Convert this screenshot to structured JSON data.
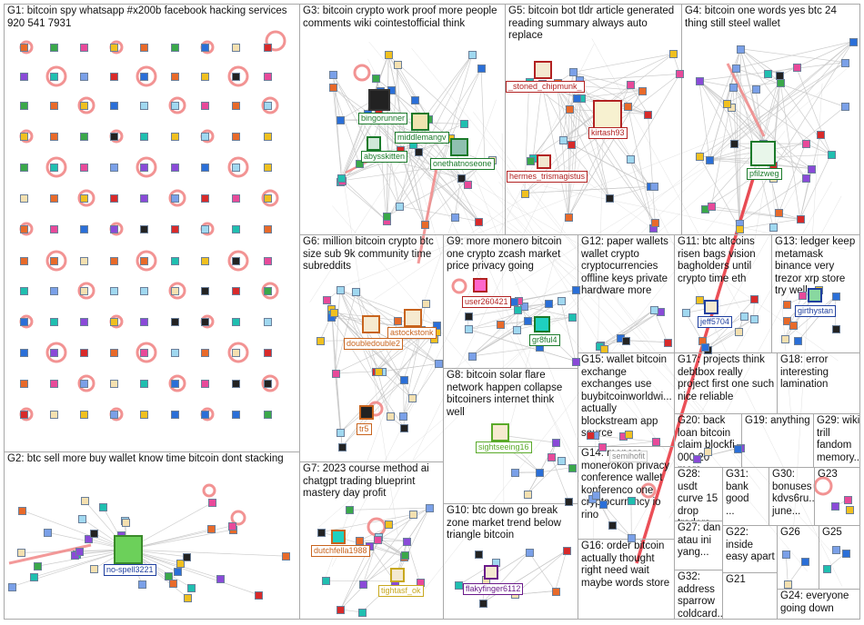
{
  "colors": {
    "panel_border": "#a9a9a9",
    "edge_gray": "#c8c8c8",
    "edge_red": "#f08080",
    "edge_strong_red": "#e8303a",
    "label_red": "#b22222",
    "label_green": "#1a7a2a",
    "label_blue": "#1f3f9f",
    "label_orange": "#c8641e",
    "label_purple": "#6a1a8a"
  },
  "groups": [
    {
      "id": "G1",
      "title": "G1: bitcoin spy whatsapp #x200b facebook hacking services\n920 541 7931"
    },
    {
      "id": "G2",
      "title": "G2: btc sell more buy wallet know time bitcoin dont stacking"
    },
    {
      "id": "G3",
      "title": "G3: bitcoin crypto work proof more people\ncomments wiki cointestofficial think"
    },
    {
      "id": "G4",
      "title": "G4: bitcoin one words yes btc 24\nthing still steel wallet"
    },
    {
      "id": "G5",
      "title": "G5: bitcoin bot tldr article generated\nreading summary always auto\nreplace"
    },
    {
      "id": "G6",
      "title": "G6: million bitcoin crypto btc\nsize sub 9k community time\nsubreddits"
    },
    {
      "id": "G7",
      "title": "G7: 2023 course method ai\nchatgpt trading blueprint\nmastery day profit"
    },
    {
      "id": "G8",
      "title": "G8: bitcoin solar flare\nnetwork happen collapse\nbitcoiners internet think\nwell"
    },
    {
      "id": "G9",
      "title": "G9: more monero bitcoin\none crypto zcash market\nprice privacy going"
    },
    {
      "id": "G10",
      "title": "G10: btc down go break\nzone market trend below\ntriangle bitcoin"
    },
    {
      "id": "G11",
      "title": "G11: btc altcoins\nrisen bags vision\nbagholders until\ncrypto time eth"
    },
    {
      "id": "G12",
      "title": "G12: paper wallets\nwallet crypto\ncryptocurrencies\noffline keys private\nhardware more"
    },
    {
      "id": "G13",
      "title": "G13: ledger keep\nmetamask\nbinance very\ntrezor xrp store\ntry well"
    },
    {
      "id": "G14",
      "title": "G14: monero\nmonerokon privacy\nconference wallet\nkonferenco one\ncryptocurrency io\nrino"
    },
    {
      "id": "G15",
      "title": "G15: wallet bitcoin\nexchange\nexchanges use\nbuybitcoinworldwi...\nactually\nblockstream app\nsource"
    },
    {
      "id": "G16",
      "title": "G16: order bitcoin\nactually thought\nright need wait\nmaybe words store"
    },
    {
      "id": "G17",
      "title": "G17: projects think\ndebtbox really\nproject first one such\nnice reliable"
    },
    {
      "id": "G18",
      "title": "G18: error\ninteresting\nlamination"
    },
    {
      "id": "G19",
      "title": "G19: anything"
    },
    {
      "id": "G20",
      "title": "G20: back\nloan bitcoin\nclaim blockfi\n000 20 more..."
    },
    {
      "id": "G21",
      "title": "G21"
    },
    {
      "id": "G22",
      "title": "G22:\ninside\neasy apart"
    },
    {
      "id": "G23",
      "title": "G23"
    },
    {
      "id": "G24",
      "title": "G24: everyone\ngoing down"
    },
    {
      "id": "G25",
      "title": "G25"
    },
    {
      "id": "G26",
      "title": "G26"
    },
    {
      "id": "G27",
      "title": "G27: dan\natau ini\nyang..."
    },
    {
      "id": "G28",
      "title": "G28: usdt\ncurve 15\ndrop\ntraders..."
    },
    {
      "id": "G29",
      "title": "G29: wiki\ntrill\nfandom\nmemory..."
    },
    {
      "id": "G30",
      "title": "G30:\nbonuses\nkdvs6ru...\njune..."
    },
    {
      "id": "G31",
      "title": "G31:\nbank\ngood\n..."
    },
    {
      "id": "G32",
      "title": "G32:\naddress\nsparrow\ncoldcard..."
    }
  ],
  "vertex_labels": {
    "bingorunner": "bingorunner",
    "middlemangv": "middlemangv",
    "abysskitten": "abysskitten",
    "onethatnoseone": "onethatnoseone",
    "stoned_chipmunk": "_stoned_chipmunk_",
    "kirtash93": "kirtash93",
    "hermes_trismagistus": "hermes_trismagistus",
    "pfilzweg": "pfilzweg",
    "astockstonk": "astockstonk",
    "doubledouble2": "doubledouble2",
    "tr5": "tr5",
    "user260421": "user260421",
    "gr8ful4": "gr8ful4",
    "jeff5704": "jeff5704",
    "girthystan": "girthystan",
    "sightseeing16": "sightseeing16",
    "flakyfinger6112": "flakyfinger6112",
    "dutchfella1988": "dutchfella1988",
    "tightasf_ok": "tightasf_ok",
    "no_spell3221": "no-spell3221",
    "semihofit": "semihofit"
  }
}
